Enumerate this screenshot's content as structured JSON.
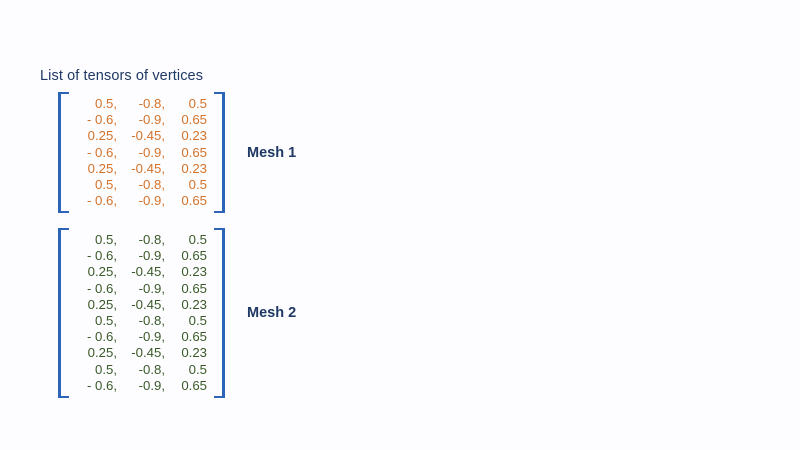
{
  "slide": {
    "background_color": "#fdfdff",
    "title": "List of tensors of vertices"
  },
  "colors": {
    "title_navy": "#1f3864",
    "bracket_blue": "#2e64b8",
    "mesh1_orange": "#d4722a",
    "mesh2_green": "#3a5a28"
  },
  "tensors": [
    {
      "label": "Mesh 1",
      "value_color": "#d4722a",
      "row_count": 7,
      "rows": [
        [
          "0.5,",
          "-0.8,",
          "0.5"
        ],
        [
          "- 0.6,",
          "-0.9,",
          "0.65"
        ],
        [
          "0.25,",
          "-0.45,",
          "0.23"
        ],
        [
          "- 0.6,",
          "-0.9,",
          "0.65"
        ],
        [
          "0.25,",
          "-0.45,",
          "0.23"
        ],
        [
          "0.5,",
          "-0.8,",
          "0.5"
        ],
        [
          "- 0.6,",
          "-0.9,",
          "0.65"
        ]
      ]
    },
    {
      "label": "Mesh 2",
      "value_color": "#3a5a28",
      "row_count": 10,
      "rows": [
        [
          "0.5,",
          "-0.8,",
          "0.5"
        ],
        [
          "- 0.6,",
          "-0.9,",
          "0.65"
        ],
        [
          "0.25,",
          "-0.45,",
          "0.23"
        ],
        [
          "- 0.6,",
          "-0.9,",
          "0.65"
        ],
        [
          "0.25,",
          "-0.45,",
          "0.23"
        ],
        [
          "0.5,",
          "-0.8,",
          "0.5"
        ],
        [
          "- 0.6,",
          "-0.9,",
          "0.65"
        ],
        [
          "0.25,",
          "-0.45,",
          "0.23"
        ],
        [
          "0.5,",
          "-0.8,",
          "0.5"
        ],
        [
          "- 0.6,",
          "-0.9,",
          "0.65"
        ]
      ]
    }
  ]
}
